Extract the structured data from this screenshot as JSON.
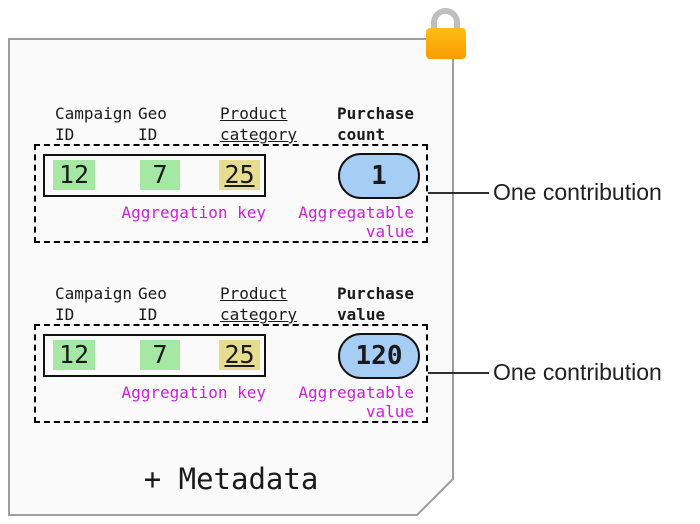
{
  "colors": {
    "green": "#a5e8a4",
    "yellow": "#e7dd8e",
    "blue": "#a6cdf4",
    "magenta": "#cc20dd",
    "lock-top": "#ffbe17",
    "lock-bottom": "#f89b00",
    "lock-shackle": "#bfbfbf",
    "doc-bg": "#fafafa",
    "doc-border": "#9e9e9e"
  },
  "icons": {
    "lock": "lock-icon"
  },
  "sections": [
    {
      "headers": {
        "campaign": "Campaign\nID",
        "geo": "Geo\nID",
        "product": "Product\ncategory",
        "metric": "Purchase\ncount"
      },
      "key_cells": [
        "12",
        "7",
        "25"
      ],
      "pill_value": "1",
      "key_label": "Aggregation key",
      "value_label": "Aggregatable\nvalue",
      "callout": "One contribution"
    },
    {
      "headers": {
        "campaign": "Campaign\nID",
        "geo": "Geo\nID",
        "product": "Product\ncategory",
        "metric": "Purchase\nvalue"
      },
      "key_cells": [
        "12",
        "7",
        "25"
      ],
      "pill_value": "120",
      "key_label": "Aggregation key",
      "value_label": "Aggregatable\nvalue",
      "callout": "One contribution"
    }
  ],
  "footer": "+ Metadata"
}
